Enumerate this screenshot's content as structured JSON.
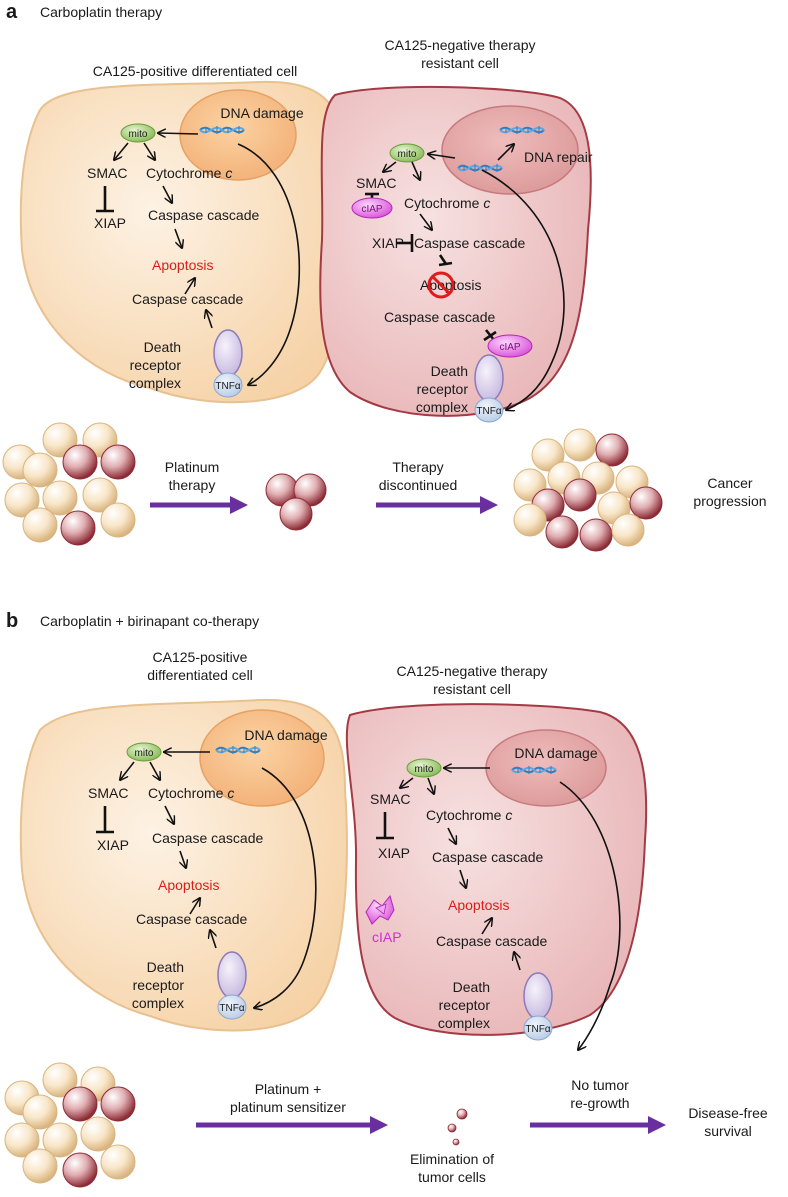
{
  "panel_a": {
    "letter": "a",
    "title": "Carboplatin therapy",
    "left_cell": {
      "title": "CA125-positive differentiated cell",
      "nucleus_label": "DNA damage",
      "mito": "mito",
      "smac": "SMAC",
      "xiap": "XIAP",
      "cytochrome": "Cytochrome ",
      "cytochrome_c": "c",
      "caspase_upper": "Caspase cascade",
      "apoptosis": "Apoptosis",
      "caspase_lower": "Caspase cascade",
      "death_receptor": [
        "Death",
        "receptor",
        "complex"
      ],
      "tnf": "TNFα"
    },
    "right_cell": {
      "title": [
        "CA125-negative therapy",
        "resistant cell"
      ],
      "dna_repair": "DNA repair",
      "mito": "mito",
      "smac": "SMAC",
      "ciap": "cIAP",
      "cytochrome": "Cytochrome ",
      "cytochrome_c": "c",
      "xiap": "XIAP",
      "caspase_upper": "Caspase cascade",
      "apoptosis": "Apoptosis",
      "caspase_lower": "Caspase cascade",
      "ciap_lower": "cIAP",
      "death_receptor": [
        "Death",
        "receptor",
        "complex"
      ],
      "tnf": "TNFα"
    },
    "flow": {
      "step1": [
        "Platinum",
        "therapy"
      ],
      "step2": [
        "Therapy",
        "discontinued"
      ],
      "outcome": [
        "Cancer",
        "progression"
      ]
    }
  },
  "panel_b": {
    "letter": "b",
    "title": "Carboplatin + birinapant co-therapy",
    "left_cell": {
      "title": [
        "CA125-positive",
        "differentiated cell"
      ],
      "nucleus_label": "DNA damage",
      "mito": "mito",
      "smac": "SMAC",
      "xiap": "XIAP",
      "cytochrome": "Cytochrome ",
      "cytochrome_c": "c",
      "caspase_upper": "Caspase cascade",
      "apoptosis": "Apoptosis",
      "caspase_lower": "Caspase cascade",
      "death_receptor": [
        "Death",
        "receptor",
        "complex"
      ],
      "tnf": "TNFα"
    },
    "right_cell": {
      "title": [
        "CA125-negative therapy",
        "resistant cell"
      ],
      "nucleus_label": "DNA damage",
      "mito": "mito",
      "smac": "SMAC",
      "xiap": "XIAP",
      "cytochrome": "Cytochrome ",
      "cytochrome_c": "c",
      "caspase_upper": "Caspase cascade",
      "apoptosis": "Apoptosis",
      "caspase_lower": "Caspase cascade",
      "ciap": "cIAP",
      "death_receptor": [
        "Death",
        "receptor",
        "complex"
      ],
      "tnf": "TNFα"
    },
    "flow": {
      "step1": [
        "Platinum +",
        "platinum sensitizer"
      ],
      "middle": [
        "Elimination of",
        "tumor cells"
      ],
      "step2": [
        "No tumor",
        "re-growth"
      ],
      "outcome": [
        "Disease-free",
        "survival"
      ]
    }
  },
  "colors": {
    "cell_positive": "#f8dcb8",
    "cell_negative": "#edc4c6",
    "apoptosis_text": "#e01b1b",
    "ciap": "#d22fd2",
    "flow_arrow": "#6a2f9e",
    "mito": "#9ccc66"
  }
}
